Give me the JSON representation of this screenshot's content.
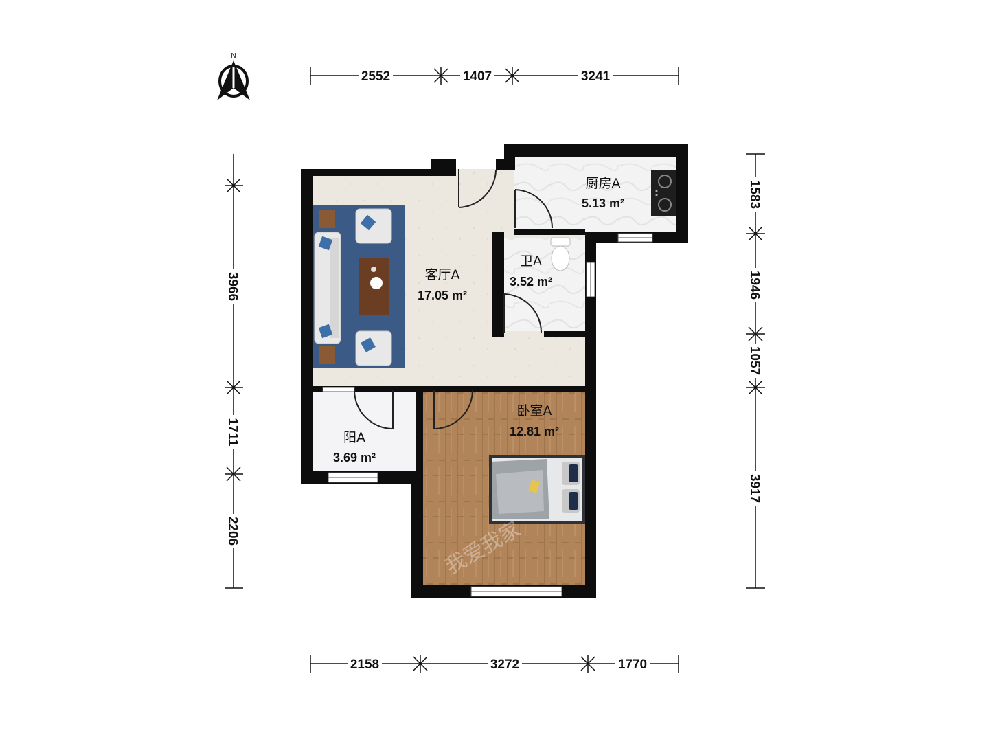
{
  "compass": {
    "label": "N"
  },
  "rooms": {
    "living": {
      "name": "客厅A",
      "area": "17.05 m²"
    },
    "kitchen": {
      "name": "厨房A",
      "area": "5.13 m²"
    },
    "bathroom": {
      "name": "卫A",
      "area": "3.52 m²"
    },
    "bedroom": {
      "name": "卧室A",
      "area": "12.81 m²"
    },
    "balcony": {
      "name": "阳A",
      "area": "3.69 m²"
    }
  },
  "dimensions": {
    "top": [
      "2552",
      "1407",
      "3241"
    ],
    "bottom": [
      "2158",
      "3272",
      "1770"
    ],
    "left": [
      "3966",
      "1711",
      "2206"
    ],
    "right": [
      "1583",
      "1946",
      "1057",
      "3917"
    ]
  },
  "watermark": {
    "text": "我爱我家"
  },
  "colors": {
    "wall": "#0d0d0d",
    "floor_tile": "#ebe7df",
    "wet_tile": "#f2f2f2",
    "wood": "#b08358",
    "rug": "#3b5b86",
    "balcony_floor": "#f4f4f6"
  }
}
